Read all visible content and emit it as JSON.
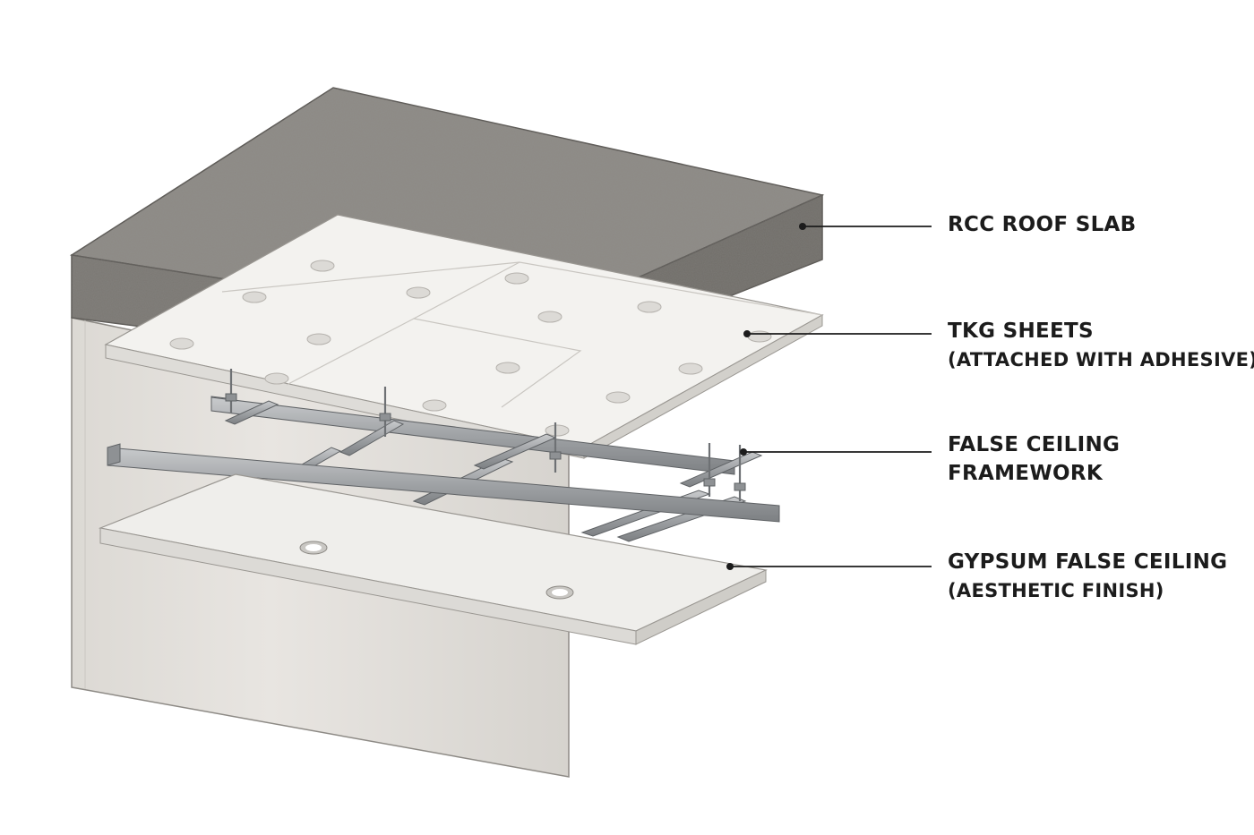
{
  "labels": {
    "rcc_slab": "RCC ROOF SLAB",
    "tkg_sheets": "TKG SHEETS",
    "tkg_sheets_note": "(ATTACHED WITH ADHESIVE)",
    "framework_line1": "FALSE CEILING",
    "framework_line2": "FRAMEWORK",
    "gypsum_line1": "GYPSUM FALSE CEILING",
    "gypsum_line2": "(AESTHETIC FINISH)"
  },
  "colors": {
    "concrete_top": "#8a8782",
    "concrete_front": "#7a7771",
    "concrete_side": "#6f6c67",
    "wall": "#e6e3df",
    "tkg_sheet": "#f2f1ee",
    "steel": "#a9acaf",
    "gypsum": "#eeedea",
    "leader_line": "#1c1c1c"
  }
}
